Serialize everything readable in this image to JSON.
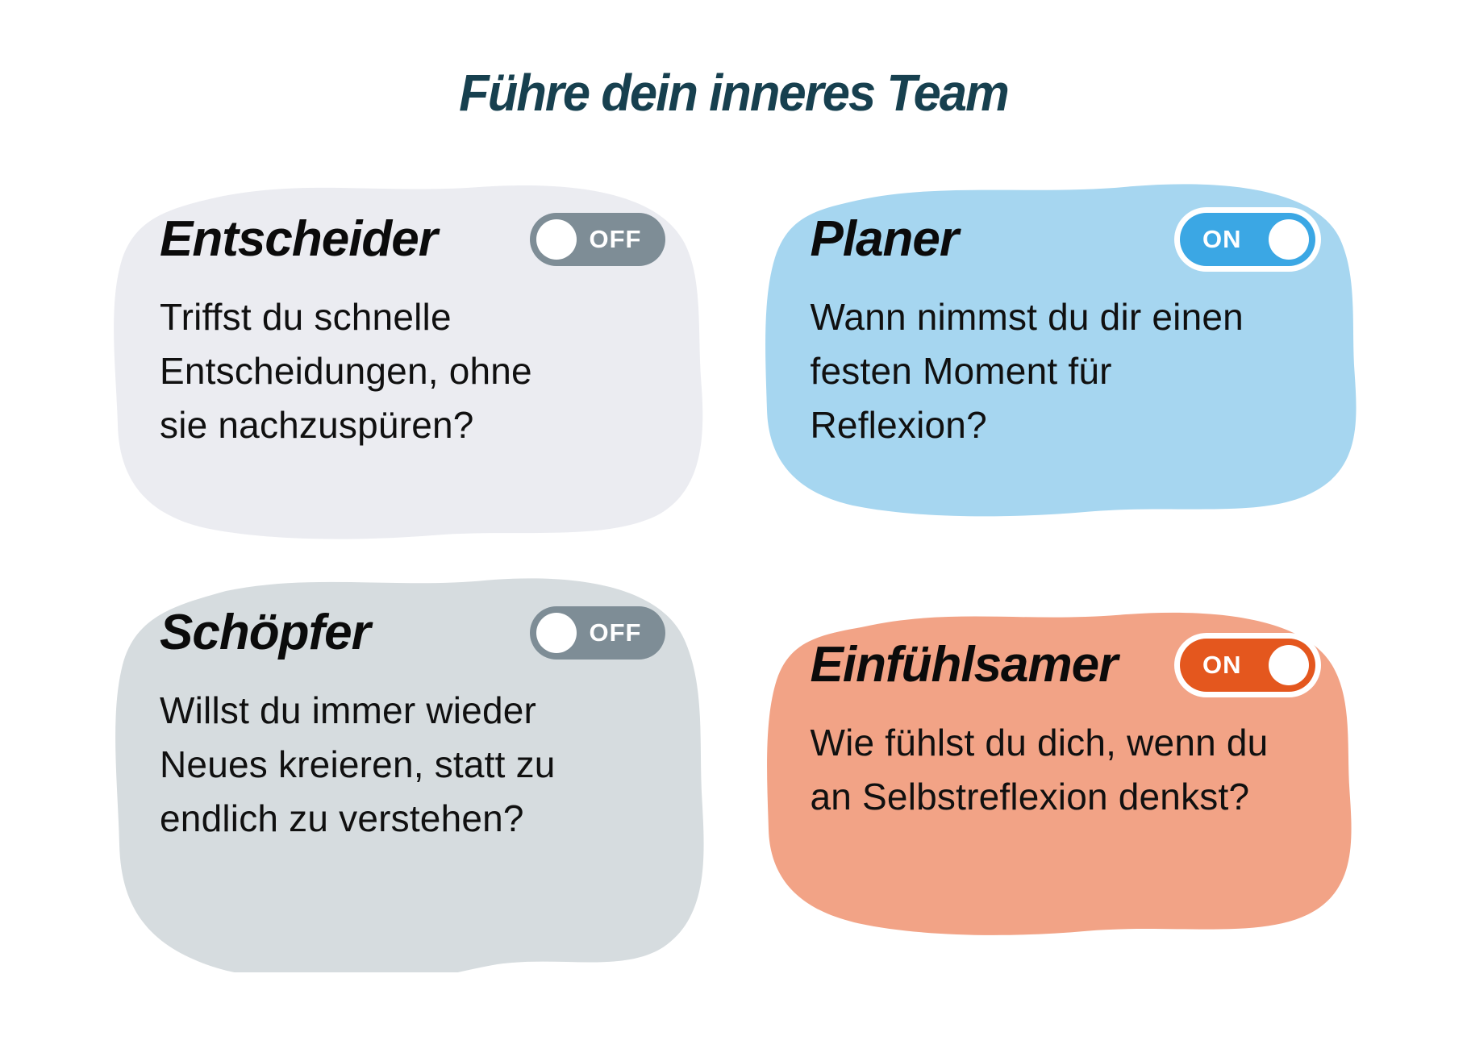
{
  "title": "Führe dein inneres Team",
  "colors": {
    "title": "#17404F",
    "page_bg": "#FFFFFF",
    "toggle_off": "#7E8D96",
    "toggle_on_blue": "#3BA7E4",
    "toggle_on_orange": "#E4571E"
  },
  "cards": [
    {
      "name": "Entscheider",
      "state": "OFF",
      "question": "Triffst du schnelle Entscheidungen, ohne sie nachzuspüren?",
      "question_lines": [
        "Triffst du schnelle",
        "Entscheidungen, ohne",
        "sie nachzuspüren?"
      ],
      "bg": "#EBECF1",
      "toggle_color": "#7E8D96"
    },
    {
      "name": "Planer",
      "state": "ON",
      "question": "Wann nimmst du dir einen festen Moment für Reflexion?",
      "question_lines": [
        "Wann nimmst du dir einen",
        "festen Moment für",
        "Reflexion?"
      ],
      "bg": "#A6D6F0",
      "toggle_color": "#3BA7E4"
    },
    {
      "name": "Schöpfer",
      "state": "OFF",
      "question": "Willst du immer wieder Neues kreieren, statt zu endlich zu verstehen?",
      "question_lines": [
        "Willst du immer wieder",
        "Neues kreieren, statt zu",
        "endlich zu verstehen?"
      ],
      "bg": "#D6DCDF",
      "toggle_color": "#7E8D96"
    },
    {
      "name": "Einfühlsamer",
      "state": "ON",
      "question": "Wie fühlst du dich, wenn du an Selbstreflexion denkst?",
      "question_lines": [
        "Wie fühlst du dich, wenn du",
        "an Selbstreflexion denkst?",
        ""
      ],
      "bg": "#F2A386",
      "toggle_color": "#E4571E"
    }
  ]
}
